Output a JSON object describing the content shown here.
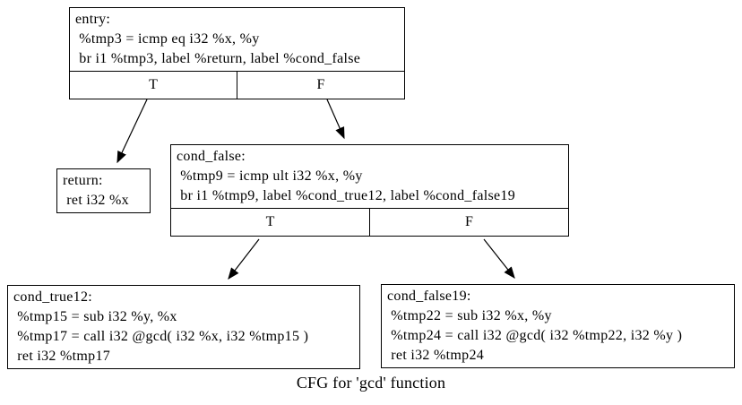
{
  "title": "CFG for 'gcd' function",
  "colors": {
    "background": "#ffffff",
    "node_border": "#000000",
    "edge": "#000000",
    "text": "#000000"
  },
  "nodes": {
    "entry": {
      "lines": [
        "entry:",
        " %tmp3 = icmp eq i32 %x, %y",
        " br i1 %tmp3, label %return, label %cond_false"
      ],
      "true_label": "T",
      "false_label": "F"
    },
    "return": {
      "lines": [
        "return:",
        " ret i32 %x"
      ]
    },
    "cond_false": {
      "lines": [
        "cond_false:",
        " %tmp9 = icmp ult i32 %x, %y",
        " br i1 %tmp9, label %cond_true12, label %cond_false19"
      ],
      "true_label": "T",
      "false_label": "F"
    },
    "cond_true12": {
      "lines": [
        "cond_true12:",
        " %tmp15 = sub i32 %y, %x",
        " %tmp17 = call i32 @gcd( i32 %x, i32 %tmp15 )",
        " ret i32 %tmp17"
      ]
    },
    "cond_false19": {
      "lines": [
        "cond_false19:",
        " %tmp22 = sub i32 %x, %y",
        " %tmp24 = call i32 @gcd( i32 %tmp22, i32 %y )",
        " ret i32 %tmp24"
      ]
    }
  },
  "edges": [
    {
      "name": "entry-T-to-return"
    },
    {
      "name": "entry-F-to-cond_false"
    },
    {
      "name": "cond_false-T-to-cond_true12"
    },
    {
      "name": "cond_false-F-to-cond_false19"
    }
  ]
}
